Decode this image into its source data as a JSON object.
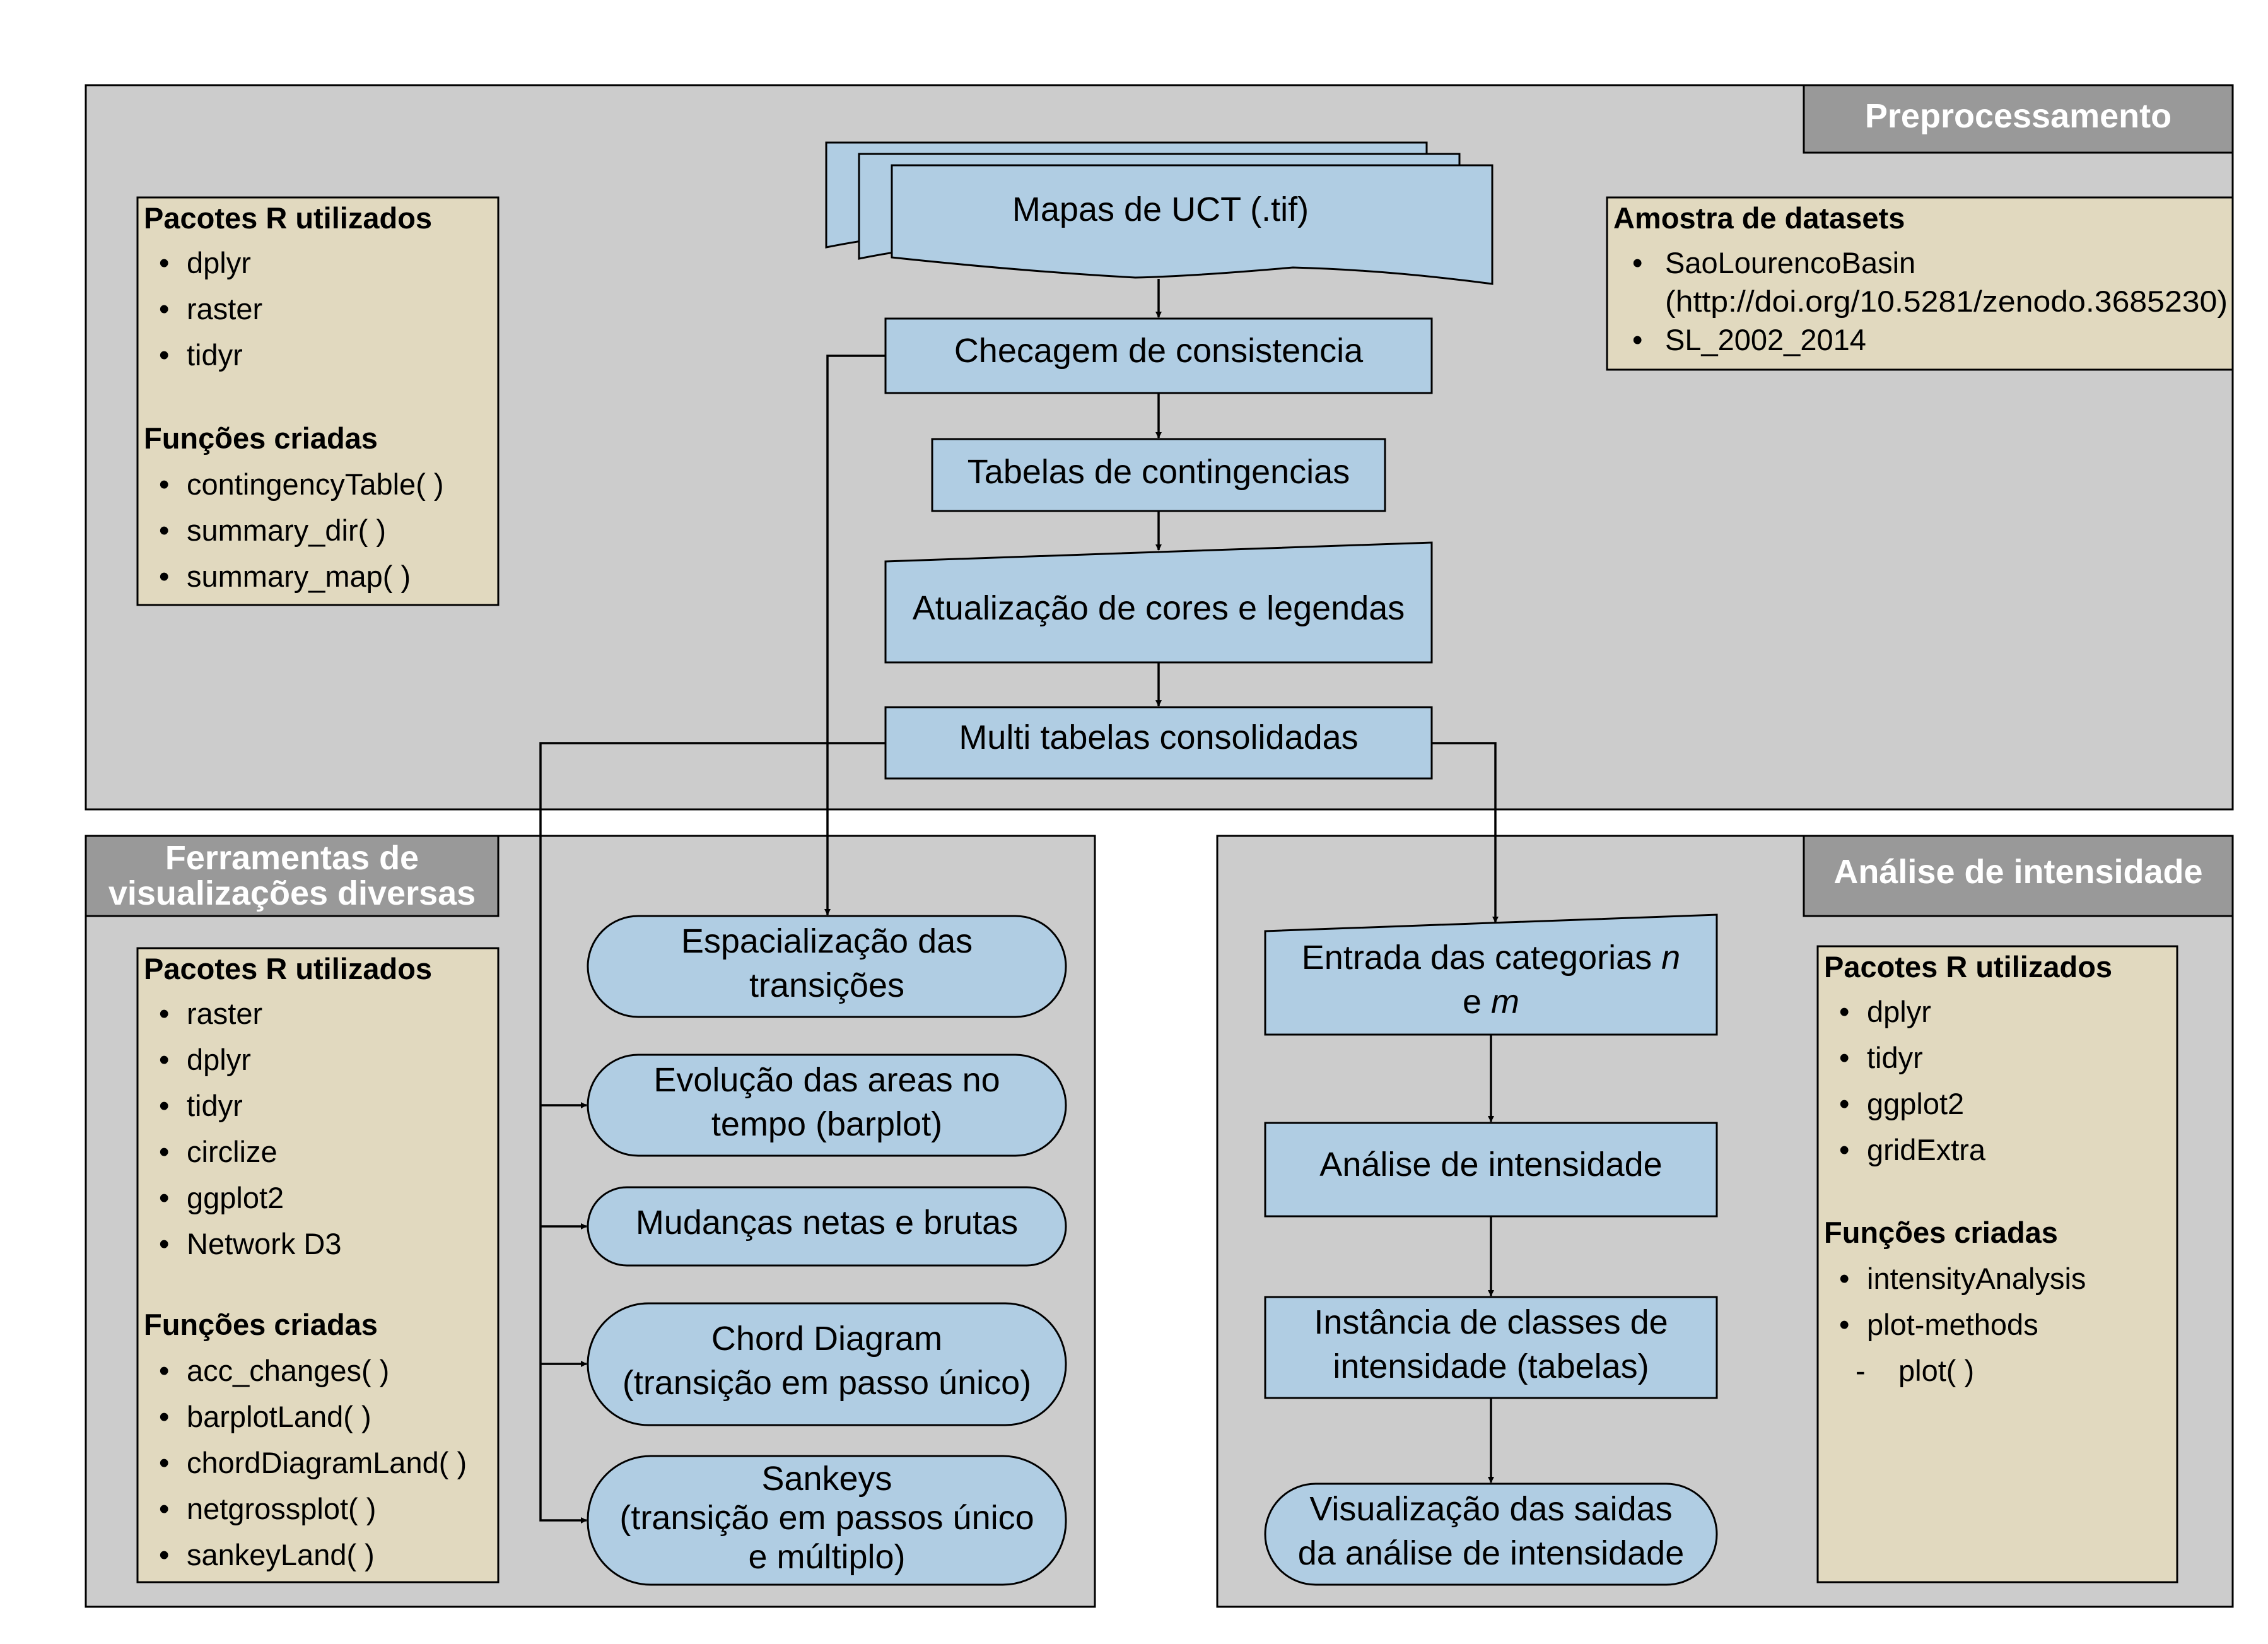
{
  "sections": {
    "preprocessing": {
      "title": "Preprocessamento",
      "packages_box": {
        "heading": "Pacotes R utilizados",
        "packages": [
          "dplyr",
          "raster",
          "tidyr"
        ],
        "functions_heading": "Funções criadas",
        "functions": [
          "contingencyTable( )",
          "summary_dir( )",
          "summary_map( )"
        ]
      },
      "datasets_box": {
        "heading": "Amostra de datasets",
        "item1": "SaoLourencoBasin",
        "item1_link": "(http://doi.org/10.5281/zenodo.3685230)",
        "item2": "SL_2002_2014"
      },
      "nodes": {
        "maps": "Mapas de UCT (.tif)",
        "consistency": "Checagem de consistencia",
        "contingency": "Tabelas de contingencias",
        "colors": "Atualização de cores e legendas",
        "multi": "Multi tabelas consolidadas"
      }
    },
    "visualization": {
      "title_line1": "Ferramentas de",
      "title_line2": "visualizações diversas",
      "packages_box": {
        "heading": "Pacotes R utilizados",
        "packages": [
          "raster",
          "dplyr",
          "tidyr",
          "circlize",
          "ggplot2",
          "Network D3"
        ],
        "functions_heading": "Funções criadas",
        "functions": [
          "acc_changes( )",
          "barplotLand( )",
          "chordDiagramLand( )",
          "netgrossplot( )",
          "sankeyLand( )"
        ]
      },
      "nodes": {
        "spatial": [
          "Espacialização das",
          "transições"
        ],
        "evolution": [
          "Evolução das areas no",
          "tempo (barplot)"
        ],
        "net_gross": "Mudanças netas e brutas",
        "chord": [
          "Chord Diagram",
          "(transição em passo único)"
        ],
        "sankey": [
          "Sankeys",
          "(transição em passos único",
          "e múltiplo)"
        ]
      }
    },
    "intensity": {
      "title": "Análise de intensidade",
      "packages_box": {
        "heading": "Pacotes R utilizados",
        "packages": [
          "dplyr",
          "tidyr",
          "ggplot2",
          "gridExtra"
        ],
        "functions_heading": "Funções criadas",
        "functions": [
          "intensityAnalysis",
          "plot-methods"
        ],
        "subfunction": "plot( )"
      },
      "nodes": {
        "input_line1": "Entrada das categorias",
        "input_n": "n",
        "input_and": "e",
        "input_m": "m",
        "analysis": "Análise de intensidade",
        "instance": [
          "Instância de classes de",
          "intensidade (tabelas)"
        ],
        "output": [
          "Visualização das saidas",
          "da análise de intensidade"
        ]
      }
    }
  },
  "colors": {
    "section_fill": "#cccccc",
    "title_fill": "#999999",
    "info_fill": "#e1d9bf",
    "node_fill": "#b0cde3"
  }
}
